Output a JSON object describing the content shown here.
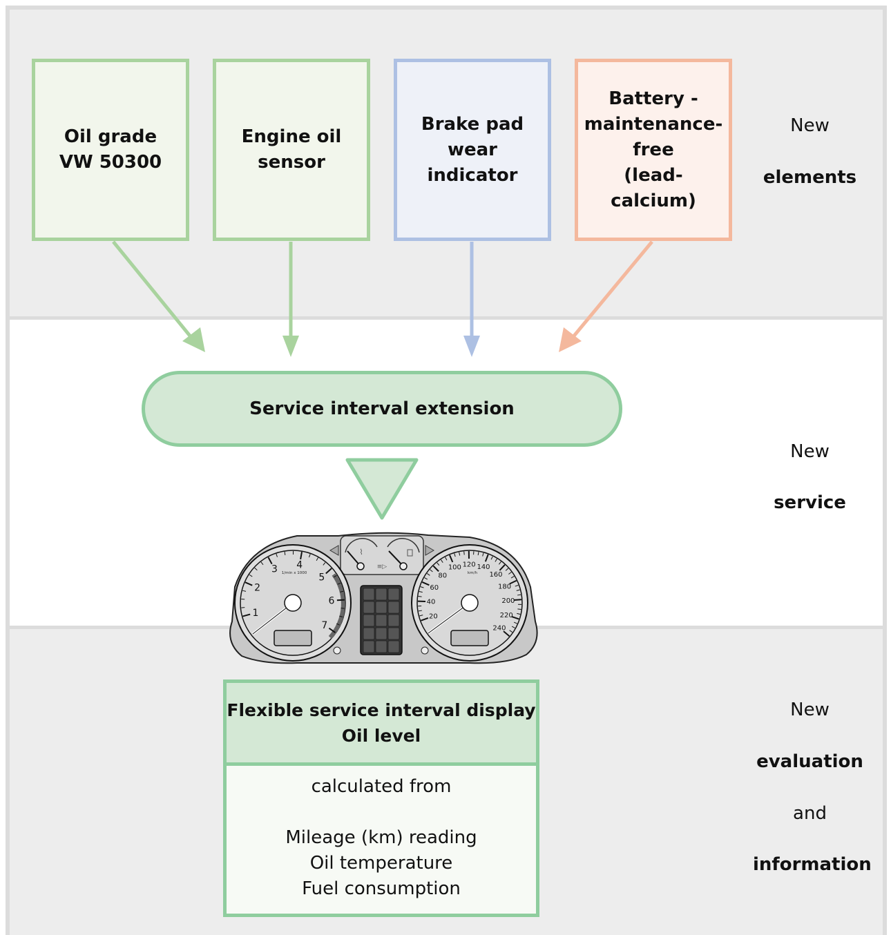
{
  "inputs": [
    {
      "text": "Oil grade\nVW 50300",
      "color": "#a9d39e"
    },
    {
      "text": "Engine oil\nsensor",
      "color": "#a9d39e"
    },
    {
      "text": "Brake pad\nwear\nindicator",
      "color": "#adc0e3"
    },
    {
      "text": "Battery -\nmaintenance-\nfree\n(lead-calcium)",
      "color": "#f4b89d"
    }
  ],
  "sections": {
    "elements": {
      "new": "New",
      "word": "elements"
    },
    "service": {
      "new": "New",
      "word": "service"
    },
    "evaluation": {
      "new": "New",
      "word1": "evaluation",
      "and": "and",
      "word2": "information"
    }
  },
  "center": {
    "label": "Service interval extension"
  },
  "result": {
    "head_line1": "Flexible service interval display",
    "head_line2": "Oil level",
    "intro": "calculated from",
    "items": [
      "Mileage (km) reading",
      "Oil temperature",
      "Fuel consumption"
    ]
  },
  "cluster": {
    "tach_ticks": [
      "1",
      "2",
      "3",
      "4",
      "5",
      "6",
      "7"
    ],
    "tach_unit": "1/min x 1000",
    "speed_ticks": [
      "20",
      "40",
      "60",
      "80",
      "100",
      "120",
      "140",
      "160",
      "180",
      "200",
      "220",
      "240"
    ],
    "speed_unit": "km/h"
  }
}
